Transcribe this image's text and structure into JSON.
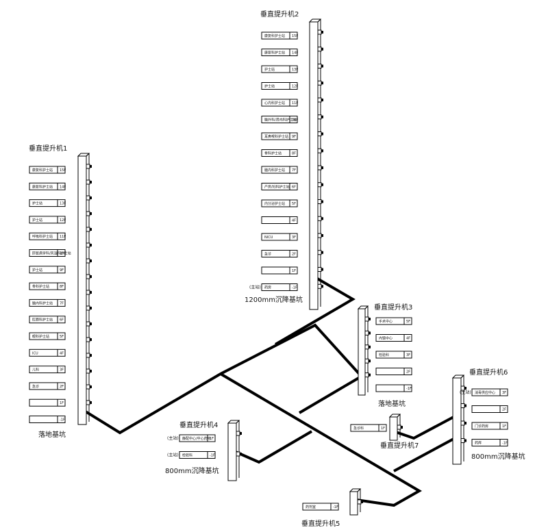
{
  "elevators": [
    {
      "title": "垂直提升机1",
      "base_note": "落地基坑",
      "floors": [
        {
          "label": "康复科护士站",
          "floor": "15F"
        },
        {
          "label": "康复科护士站",
          "floor": "14F"
        },
        {
          "label": "护士站",
          "floor": "13F"
        },
        {
          "label": "护士站",
          "floor": "12F"
        },
        {
          "label": "呼吸科护士站",
          "floor": "11F"
        },
        {
          "label": "肝脏病学科/风湿科护士站",
          "floor": "10F"
        },
        {
          "label": "护士站",
          "floor": "9F"
        },
        {
          "label": "骨科护士站",
          "floor": "8F"
        },
        {
          "label": "脑内科护士站",
          "floor": "7F"
        },
        {
          "label": "肛肠科护士站",
          "floor": "6F"
        },
        {
          "label": "眼科护士站",
          "floor": "5F"
        },
        {
          "label": "ICU",
          "floor": "4F"
        },
        {
          "label": "儿科",
          "floor": "3F"
        },
        {
          "label": "急诊",
          "floor": "2F"
        },
        {
          "label": "",
          "floor": "1F"
        },
        {
          "label": "",
          "floor": "-1F"
        }
      ]
    },
    {
      "title": "垂直提升机2",
      "base_note": "1200mm沉降基坑",
      "floors": [
        {
          "label": "康复科护士站",
          "floor": "15F"
        },
        {
          "label": "康复科护士站",
          "floor": "14F"
        },
        {
          "label": "护士站",
          "floor": "13F"
        },
        {
          "label": "护士站",
          "floor": "12F"
        },
        {
          "label": "心内科护士站",
          "floor": "11F"
        },
        {
          "label": "脑外科/肾内科护士站",
          "floor": "10F"
        },
        {
          "label": "耳鼻喉科护士站",
          "floor": "9F"
        },
        {
          "label": "骨科护士站",
          "floor": "8F"
        },
        {
          "label": "脑内科护士站",
          "floor": "7F"
        },
        {
          "label": "产房/妇科护士站",
          "floor": "6F"
        },
        {
          "label": "内分泌护士站",
          "floor": "5F"
        },
        {
          "label": "",
          "floor": "4F"
        },
        {
          "label": "NICU",
          "floor": "3F"
        },
        {
          "label": "急诊",
          "floor": "2F"
        },
        {
          "label": "",
          "floor": "1F"
        },
        {
          "label": "药房",
          "floor": "-1F",
          "side": "(主站)"
        }
      ]
    },
    {
      "title": "垂直提升机3",
      "base_note": "落地基坑",
      "floors": [
        {
          "label": "手术中心",
          "floor": "5F"
        },
        {
          "label": "内镜中心",
          "floor": "4F"
        },
        {
          "label": "检验科",
          "floor": "3F"
        },
        {
          "label": "",
          "floor": "2F"
        },
        {
          "label": "",
          "floor": "-1F"
        }
      ]
    },
    {
      "title": "垂直提升机4",
      "base_note": "800mm沉降基坑",
      "floors": [
        {
          "label": "静配中心/中心药房",
          "floor": "1F",
          "side": "(主站)"
        },
        {
          "label": "检验科",
          "floor": "-1F",
          "side": "(主站)"
        }
      ]
    },
    {
      "title": "垂直提升机5",
      "floors": [
        {
          "label": "药剂室",
          "floor": "-1F"
        }
      ]
    },
    {
      "title": "垂直提升机6",
      "base_note": "800mm沉降基坑",
      "floors": [
        {
          "label": "消毒供应中心",
          "floor": "3F",
          "side": "(主站)"
        },
        {
          "label": "",
          "floor": "2F"
        },
        {
          "label": "门诊药房",
          "floor": "1F"
        },
        {
          "label": "药库",
          "floor": "-1F"
        }
      ]
    },
    {
      "title": "垂直提升机7",
      "floors": [
        {
          "label": "急诊科",
          "floor": "1F"
        }
      ]
    }
  ],
  "colors": {
    "line": "#000000",
    "box": "#000000",
    "background": "#ffffff"
  }
}
